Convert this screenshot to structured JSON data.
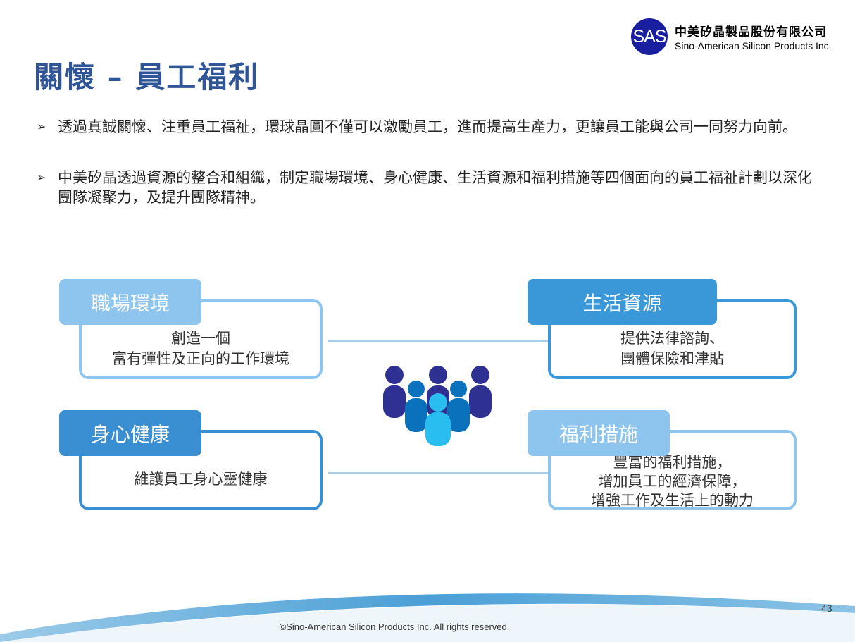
{
  "logo": {
    "mark": "SAS",
    "company_cn": "中美矽晶製品股份有限公司",
    "company_en": "Sino-American Silicon Products Inc."
  },
  "title": "關懷 – 員工福利",
  "bullets": [
    "透過真誠關懷、注重員工福祉，環球晶圓不僅可以激勵員工，進而提高生產力，更讓員工能與公司一同努力向前。",
    "中美矽晶透過資源的整合和組織，制定職場環境、身心健康、生活資源和福利措施等四個面向的員工福祉計劃以深化團隊凝聚力，及提升團隊精神。"
  ],
  "bullet_marker": "➢",
  "boxes": [
    {
      "title": "職場環境",
      "lines": [
        "創造一個",
        "富有彈性及正向的工作環境"
      ],
      "color": "#8ec5ef"
    },
    {
      "title": "生活資源",
      "lines": [
        "提供法律諮詢、",
        "團體保險和津貼"
      ],
      "color": "#3a97d8"
    },
    {
      "title": "身心健康",
      "lines": [
        "維護員工身心靈健康"
      ],
      "color": "#3a8fd2"
    },
    {
      "title": "福利措施",
      "lines": [
        "豐富的福利措施，",
        "增加員工的經濟保障，",
        "增強工作及生活上的動力"
      ],
      "color": "#8ec5ef"
    }
  ],
  "page_number": "43",
  "footer": "©Sino-American Silicon Products Inc.  All rights reserved."
}
